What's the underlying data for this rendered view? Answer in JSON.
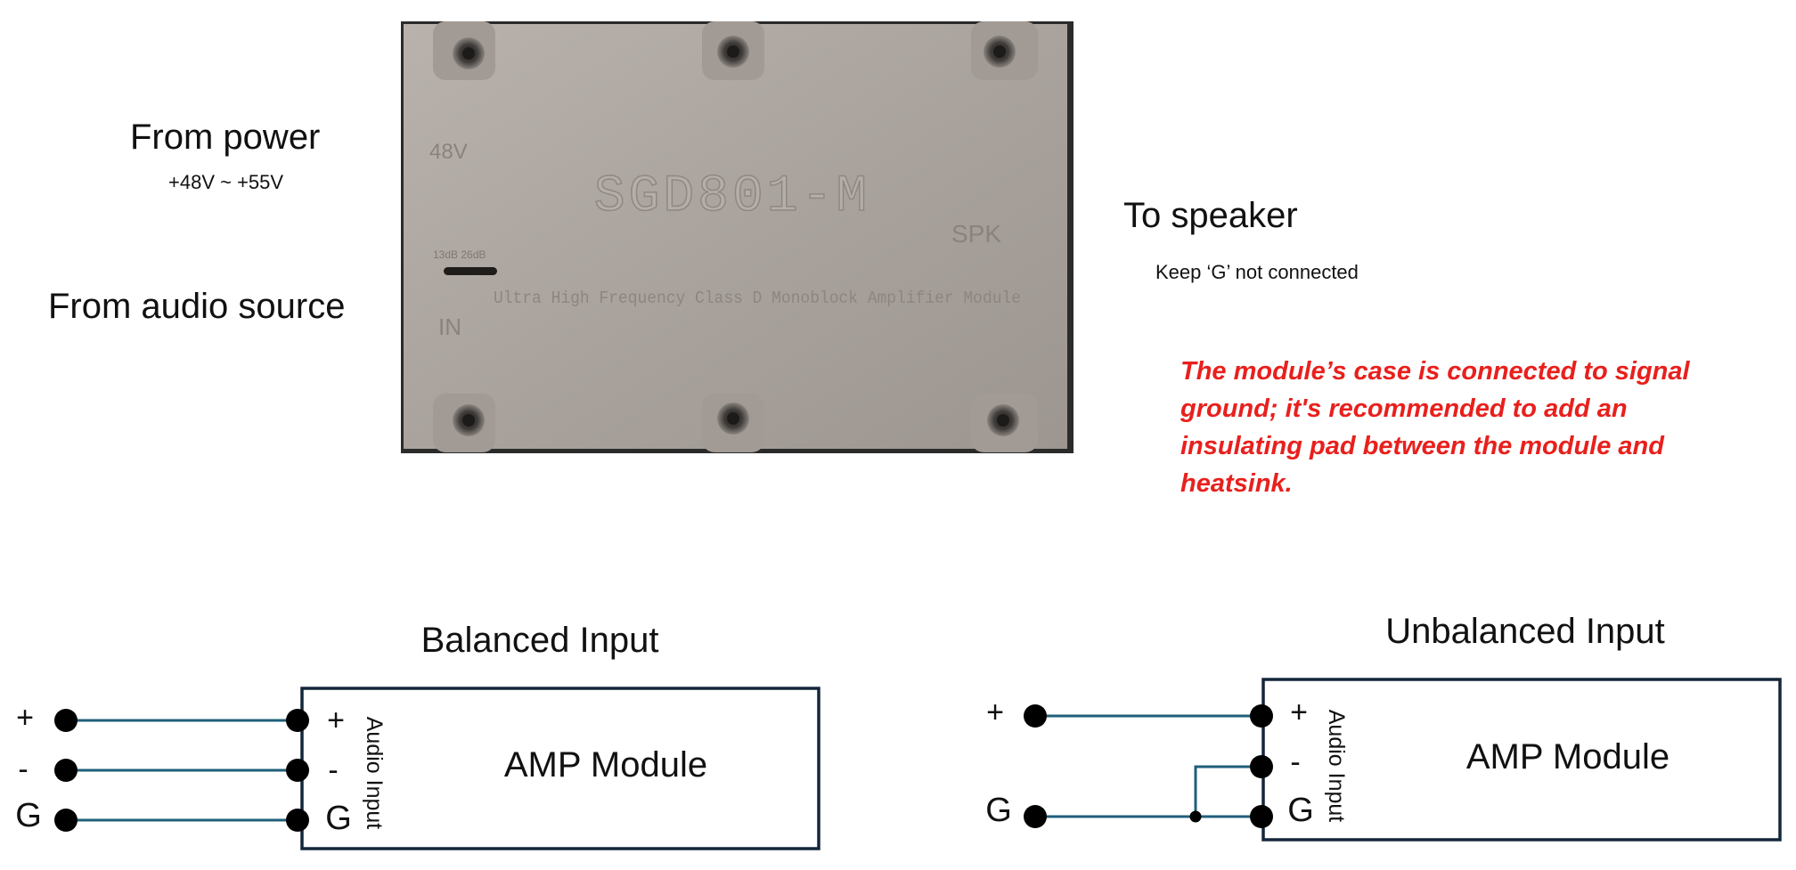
{
  "photo": {
    "part_number": "SGD801-M",
    "description": "Ultra High Frequency Class D Monoblock Amplifier Module",
    "pin_48v": "48V",
    "pin_spk": "SPK",
    "pin_in": "IN",
    "gain_marking": "13dB 26dB"
  },
  "labels": {
    "from_power": "From power",
    "voltage_range": "+48V ~ +55V",
    "from_audio": "From audio source",
    "to_speaker": "To speaker",
    "keep_g": "Keep ‘G’ not connected",
    "warning": "The module’s case is connected to signal ground; it's recommended to add an insulating pad between the module and heatsink."
  },
  "balanced": {
    "title": "Balanced Input",
    "module_label": "AMP Module",
    "input_label": "Audio Input",
    "source_terminals": [
      "+",
      "-",
      "G"
    ],
    "module_terminals": [
      "+",
      "-",
      "G"
    ]
  },
  "unbalanced": {
    "title": "Unbalanced Input",
    "module_label": "AMP Module",
    "input_label": "Audio Input",
    "source_terminals": [
      "+",
      "G"
    ],
    "module_terminals": [
      "+",
      "-",
      "G"
    ]
  },
  "colors": {
    "wire": "#1f5f7a",
    "box": "#14263a",
    "warning": "#e8201d"
  }
}
